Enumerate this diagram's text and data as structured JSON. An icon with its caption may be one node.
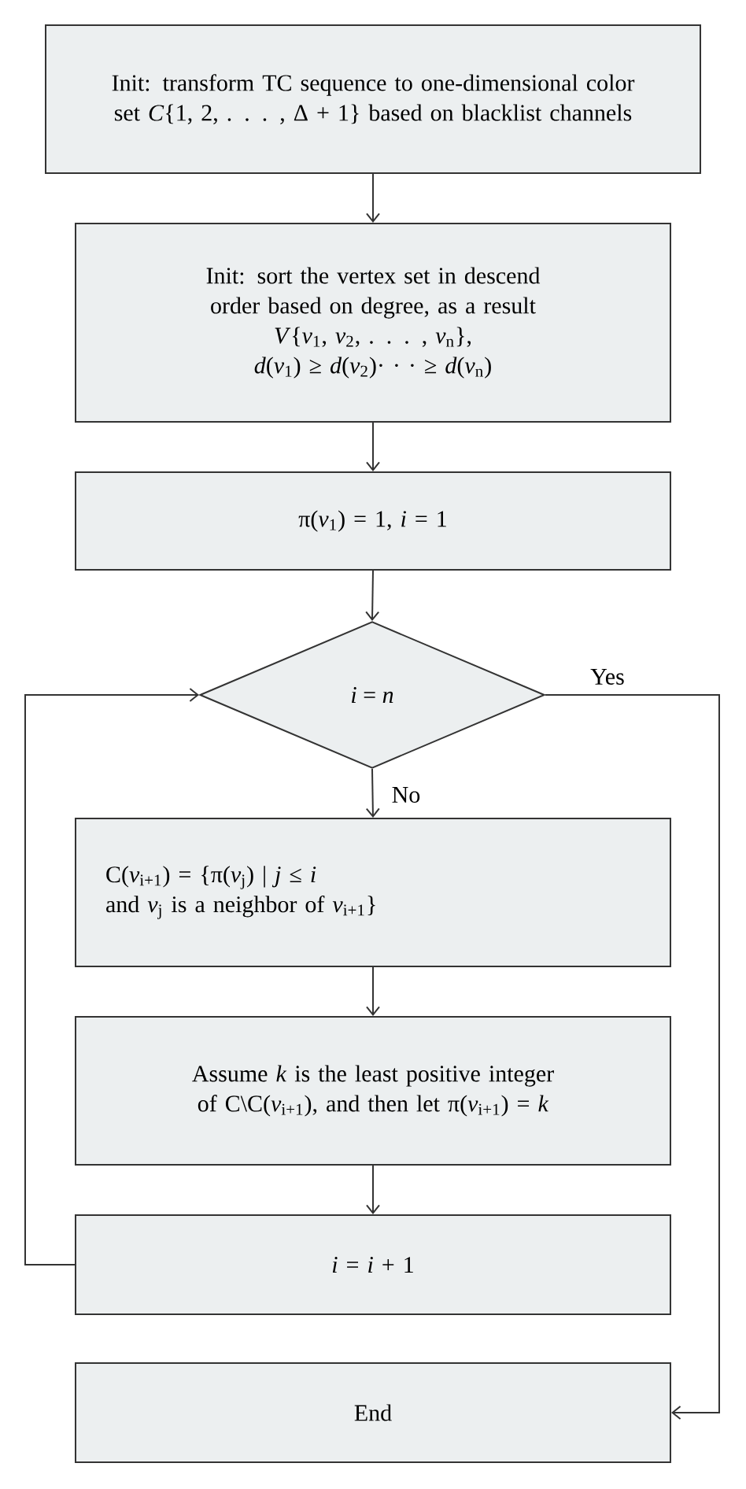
{
  "diagram": {
    "nodes": [
      {
        "text": [
          "Init: transform TC sequence to one-dimensional color set *C*{1, 2, . . . , Δ + 1} based on blacklist channels"
        ]
      },
      {
        "text": [
          "Init: sort the vertex set in descend order based on degree, as a result",
          "*V*{*v*$_{1}$, *v*$_{2}$, . . . , *v*$_{n}$},",
          "*d*(*v*$_{1}$) ≥ *d*(*v*$_{2}$)· · · ≥ *d*(*v*$_{n}$)"
        ]
      },
      {
        "text": [
          "π(*v*$_{1}$) = 1,  *i* = 1"
        ]
      },
      {
        "text": [
          "*i* = *n*"
        ]
      },
      {
        "text": [
          "C(*v*$_{i+1}$) = {π(*v*$_{j}$) | *j* ≤ *i*",
          "and *v*$_{j}$ is a neighbor of *v*$_{i+1}$}"
        ]
      },
      {
        "text": [
          "Assume *k* is the least positive integer of C\\C(*v*$_{i+1}$), and then let π(*v*$_{i+1}$) = *k*"
        ]
      },
      {
        "text": [
          "*i* = *i* + 1"
        ]
      },
      {
        "text": [
          "End"
        ]
      }
    ],
    "edges": [
      {
        "from": 0,
        "to": 1,
        "arrow": "to"
      },
      {
        "from": 1,
        "to": 2,
        "arrow": "to"
      },
      {
        "from": 2,
        "to": 3,
        "arrow": "to"
      },
      {
        "from": 3,
        "to": 4,
        "arrow": "to",
        "label": "No"
      },
      {
        "from": 4,
        "to": 5,
        "arrow": "to"
      },
      {
        "from": 5,
        "to": 6,
        "arrow": "to"
      },
      {
        "from": 6,
        "to": 3,
        "arrow": "to"
      },
      {
        "from": 3,
        "to": 7,
        "arrow": "to",
        "label": "Yes"
      }
    ]
  }
}
